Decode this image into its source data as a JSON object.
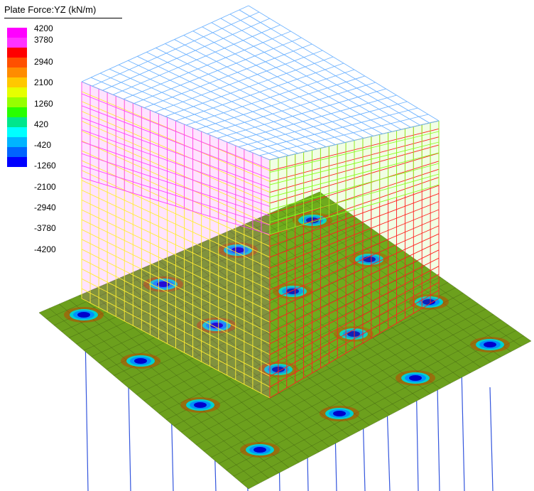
{
  "legend": {
    "title": "Plate Force:YZ (kN/m)",
    "labels": [
      "4200",
      "3780",
      "2940",
      "2100",
      "1260",
      "420",
      "-420",
      "-1260",
      "-2100",
      "-2940",
      "-3780",
      "-4200"
    ],
    "colors": [
      "#ff00ff",
      "#ff33ff",
      "#ff0000",
      "#ff5000",
      "#ff8c00",
      "#ffc800",
      "#e6ff00",
      "#96ff00",
      "#28ff00",
      "#00e68c",
      "#00ffff",
      "#00b4ff",
      "#0064ff",
      "#0000ff"
    ]
  },
  "model": {
    "core_wall_colors": {
      "left": "#ff40ff",
      "front": "#ffee33",
      "right": "#88ff22",
      "back": "#ff2020",
      "top": "#6fb3ff"
    },
    "raft_color": "#6ca01d",
    "mesh_color": "#3d5c10",
    "pile_color": "#3355dd",
    "pile_hotspot_colors": [
      "#0000cc",
      "#0090ff",
      "#00d0d0",
      "#c04000"
    ]
  }
}
